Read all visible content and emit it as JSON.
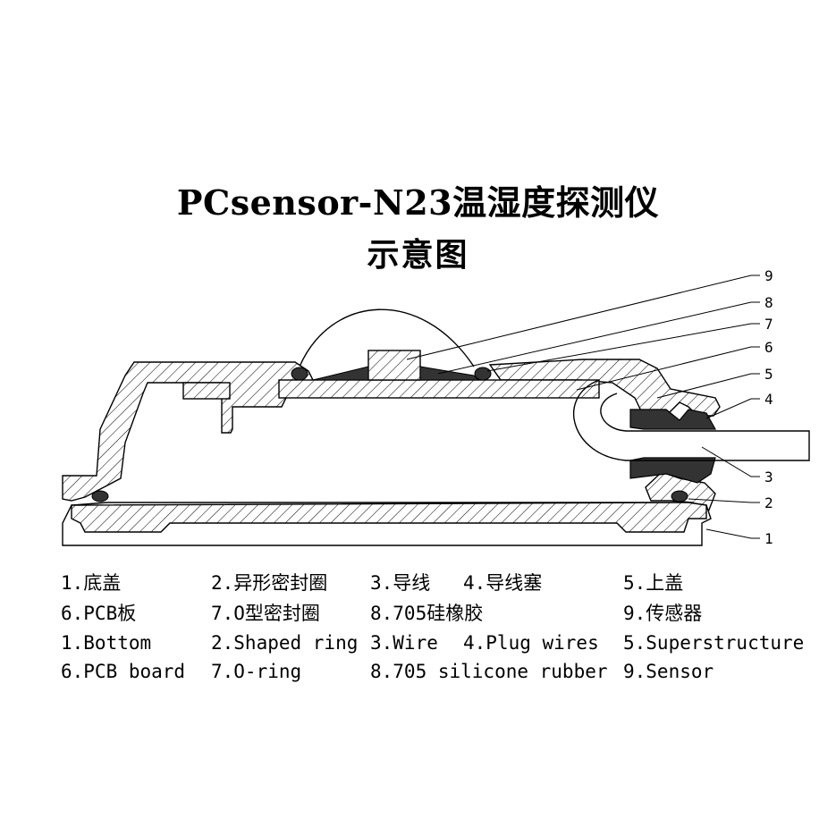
{
  "title": {
    "line1": "PCsensor-N23温湿度探测仪",
    "line2": "示意图"
  },
  "callouts": [
    "9",
    "8",
    "7",
    "6",
    "5",
    "4",
    "3",
    "2",
    "1"
  ],
  "legend": {
    "rows": [
      [
        "1.底盖",
        "2.异形密封圈",
        "3.导线",
        "4.导线塞",
        "5.上盖"
      ],
      [
        "6.PCB板",
        "7.O型密封圈",
        "8.705硅橡胶",
        "",
        "9.传感器"
      ],
      [
        "1.Bottom",
        "2.Shaped ring",
        "3.Wire",
        "4.Plug wires",
        "5.Superstructure"
      ],
      [
        "6.PCB board",
        "7.O-ring",
        "8.705 silicone rubber",
        "",
        "9.Sensor"
      ]
    ]
  },
  "colors": {
    "line": "#000000",
    "hatch": "#000000",
    "dark_fill": "#333333",
    "background": "#ffffff"
  }
}
